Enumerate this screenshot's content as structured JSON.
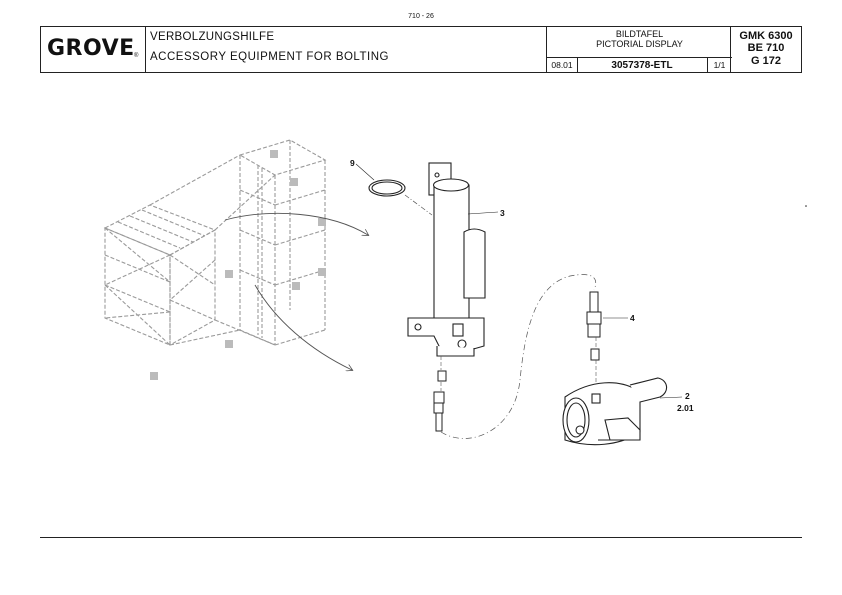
{
  "page": {
    "number": "710 - 26"
  },
  "header": {
    "logo": "GROVE",
    "logo_mark": "®",
    "title_de": "VERBOLZUNGSHILFE",
    "title_en": "ACCESSORY  EQUIPMENT  FOR  BOLTING",
    "display_de": "BILDTAFEL",
    "display_en": "PICTORIAL DISPLAY",
    "date": "08.01",
    "document_number": "3057378-ETL",
    "sheet": "1/1",
    "model_lines": [
      "GMK  6300",
      "BE  710",
      "G  172"
    ]
  },
  "callouts": [
    "9",
    "3",
    "4",
    "2",
    "2.01"
  ]
}
